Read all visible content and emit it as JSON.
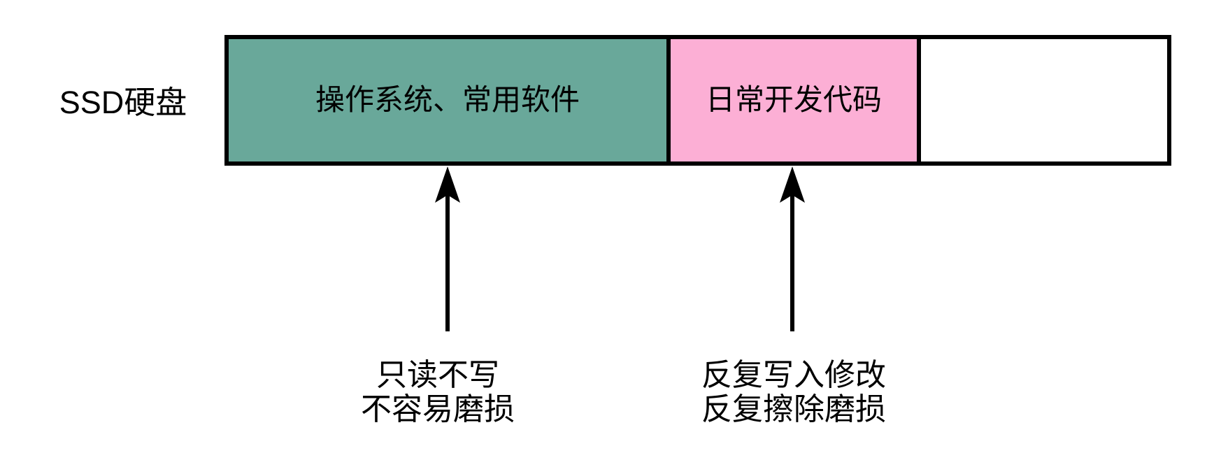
{
  "diagram": {
    "disk_label": "SSD硬盘",
    "colors": {
      "segment_os": "#69A89A",
      "segment_dev": "#FCAFD5",
      "segment_free": "#FFFFFF",
      "border": "#000000",
      "background": "#FFFFFF",
      "text": "#000000"
    },
    "segments": [
      {
        "id": "os",
        "label": "操作系统、常用软件",
        "color": "#69A89A"
      },
      {
        "id": "dev",
        "label": "日常开发代码",
        "color": "#FCAFD5"
      },
      {
        "id": "free",
        "label": "",
        "color": "#FFFFFF"
      }
    ],
    "annotations": [
      {
        "target": "os",
        "lines": [
          "只读不写",
          "不容易磨损"
        ]
      },
      {
        "target": "dev",
        "lines": [
          "反复写入修改",
          "反复擦除磨损"
        ]
      }
    ]
  }
}
